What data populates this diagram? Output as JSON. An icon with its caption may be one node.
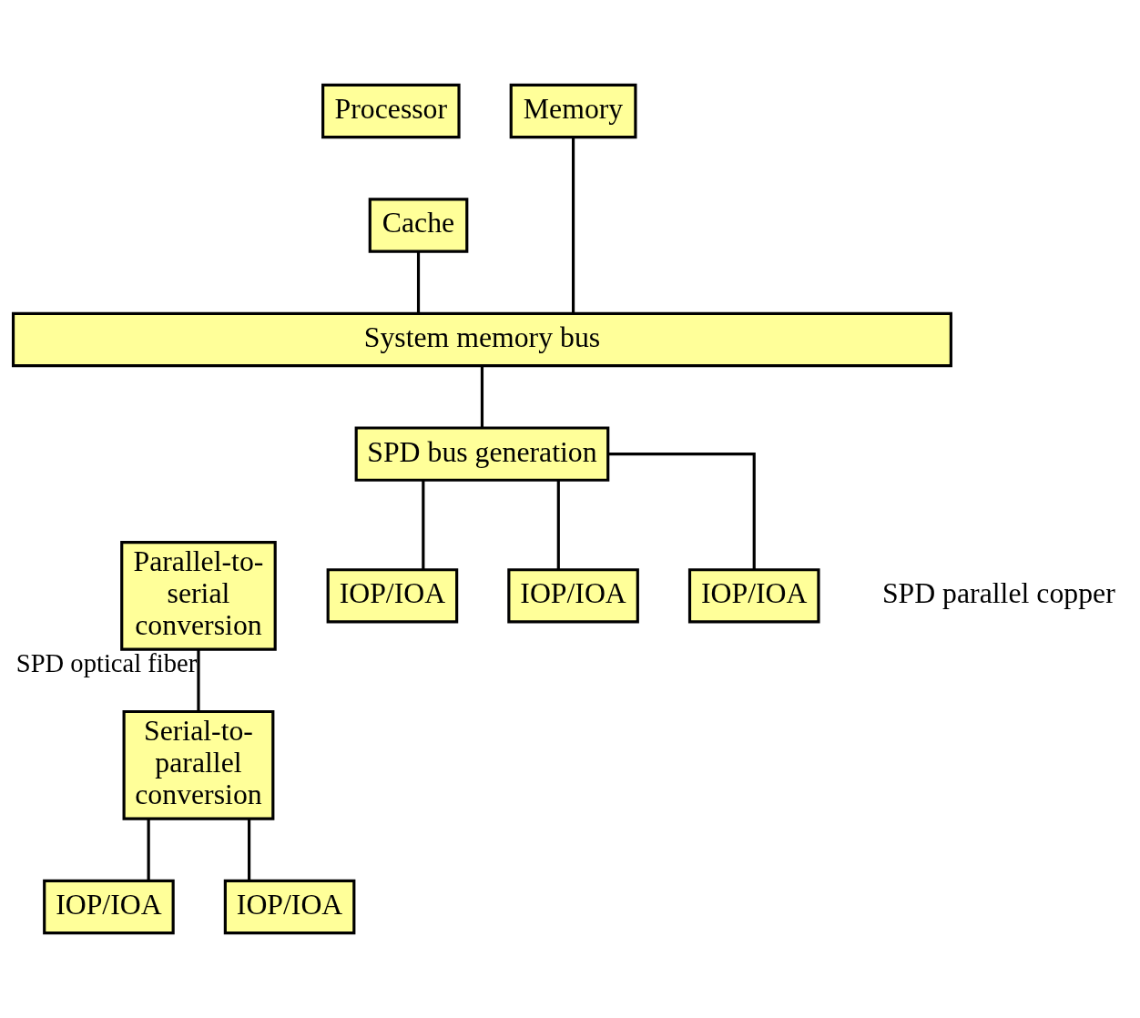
{
  "diagram": {
    "nodes": [
      {
        "text": [
          "Processor"
        ]
      },
      {
        "text": [
          "Cache"
        ]
      },
      {
        "text": [
          "Memory"
        ]
      },
      {
        "text": [
          "System memory bus"
        ]
      },
      {
        "text": [
          "SPD bus generation"
        ]
      },
      {
        "text": [
          "Parallel-to-serial conversion"
        ]
      },
      {
        "text": [
          "Serial-to-parallel conversion"
        ]
      },
      {
        "text": [
          "IOP/IOA"
        ]
      },
      {
        "text": [
          "IOP/IOA"
        ]
      },
      {
        "text": [
          "IOP/IOA"
        ]
      },
      {
        "text": [
          "IOP/IOA"
        ]
      },
      {
        "text": [
          "IOP/IOA"
        ]
      }
    ],
    "edges": [
      {
        "from": 1,
        "to": 3,
        "arrow": "none"
      },
      {
        "from": 2,
        "to": 3,
        "arrow": "none"
      },
      {
        "from": 3,
        "to": 4,
        "arrow": "none"
      },
      {
        "from": 4,
        "to": 7,
        "arrow": "none"
      },
      {
        "from": 4,
        "to": 8,
        "arrow": "none"
      },
      {
        "from": 4,
        "to": 9,
        "arrow": "none"
      },
      {
        "from": 5,
        "to": 6,
        "label": "SPD optical fiber",
        "arrow": "none"
      },
      {
        "from": 6,
        "to": 10,
        "arrow": "none"
      },
      {
        "from": 6,
        "to": 11,
        "arrow": "none"
      }
    ],
    "labels": [
      "SPD parallel copper"
    ]
  }
}
